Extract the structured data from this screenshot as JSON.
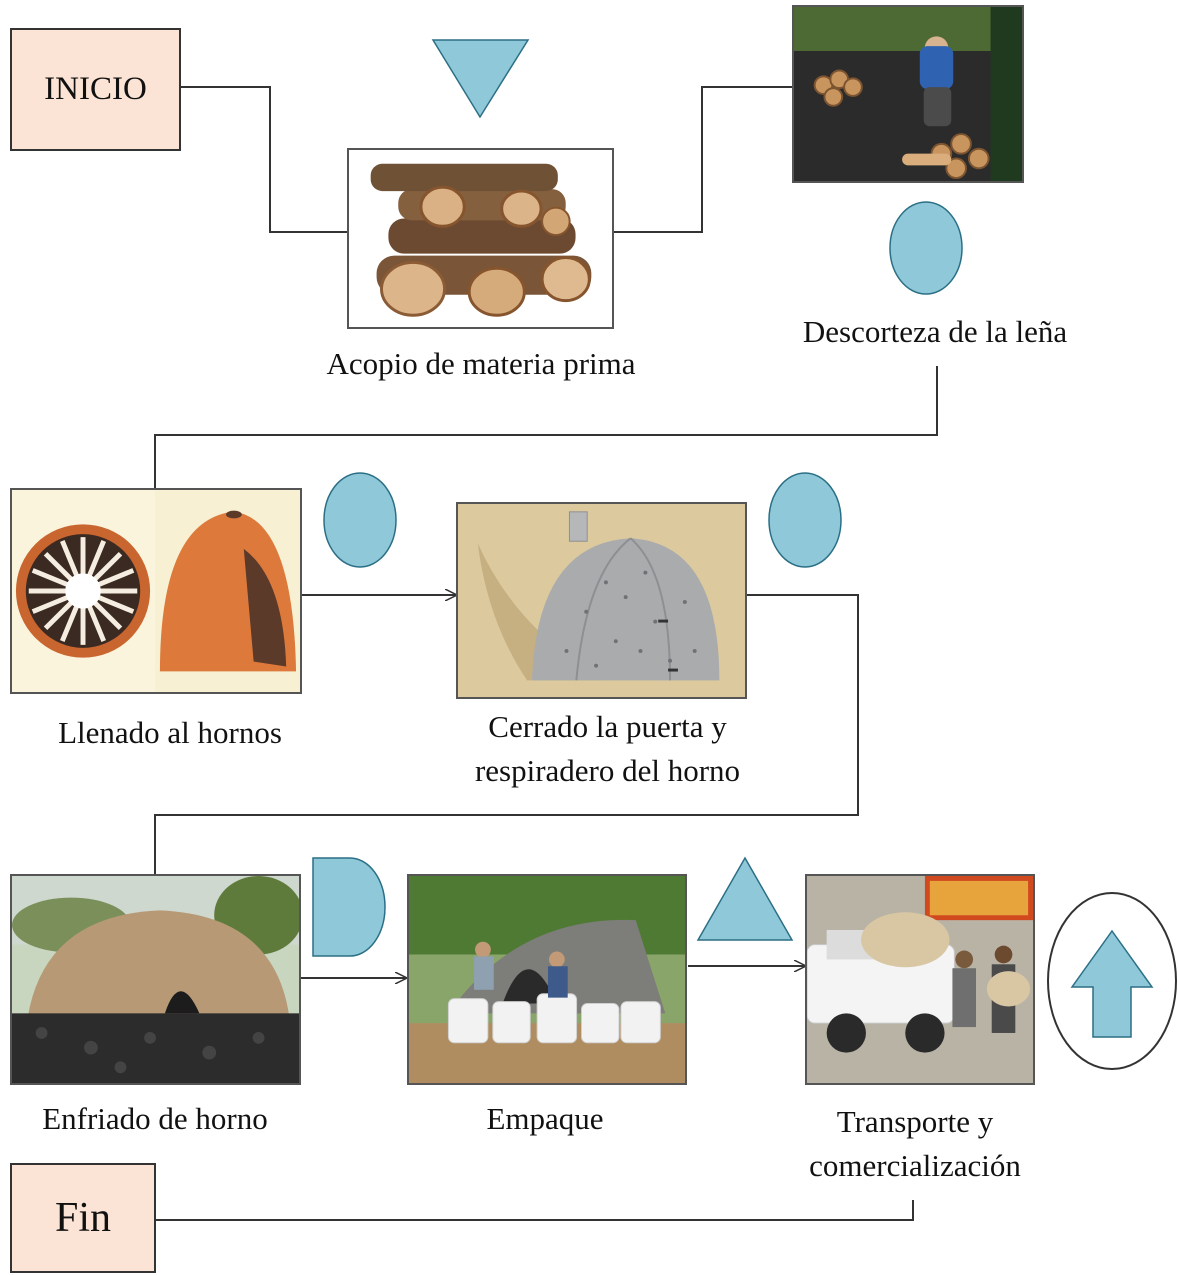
{
  "start_label": "INICIO",
  "end_label": "Fin",
  "steps": [
    {
      "label": "Acopio de materia prima",
      "symbol": "triangle-down",
      "image": "stacked-firewood"
    },
    {
      "label": "Descorteza de la leña",
      "symbol": "circle",
      "image": "worker-chopping-wood"
    },
    {
      "label": "Llenado al hornos",
      "symbol": "circle",
      "image": "brick-kiln-render"
    },
    {
      "label_line1": "Cerrado la puerta  y",
      "label_line2": "respiradero del horno",
      "symbol": "circle",
      "image": "closed-dome-kiln-render"
    },
    {
      "label": "Enfriado de horno",
      "symbol": "d-shape",
      "image": "earthen-kiln-photo"
    },
    {
      "label": "Empaque",
      "symbol": "triangle-up",
      "image": "packing-charcoal-bags"
    },
    {
      "label_line1": "Transporte y",
      "label_line2": "comercialización",
      "symbol": "arrow-up-in-circle",
      "image": "truck-loading-sacks"
    }
  ],
  "colors": {
    "symbol_fill": "#8fc9d9",
    "start_end_fill": "#fbe4d5",
    "line": "#333333"
  }
}
